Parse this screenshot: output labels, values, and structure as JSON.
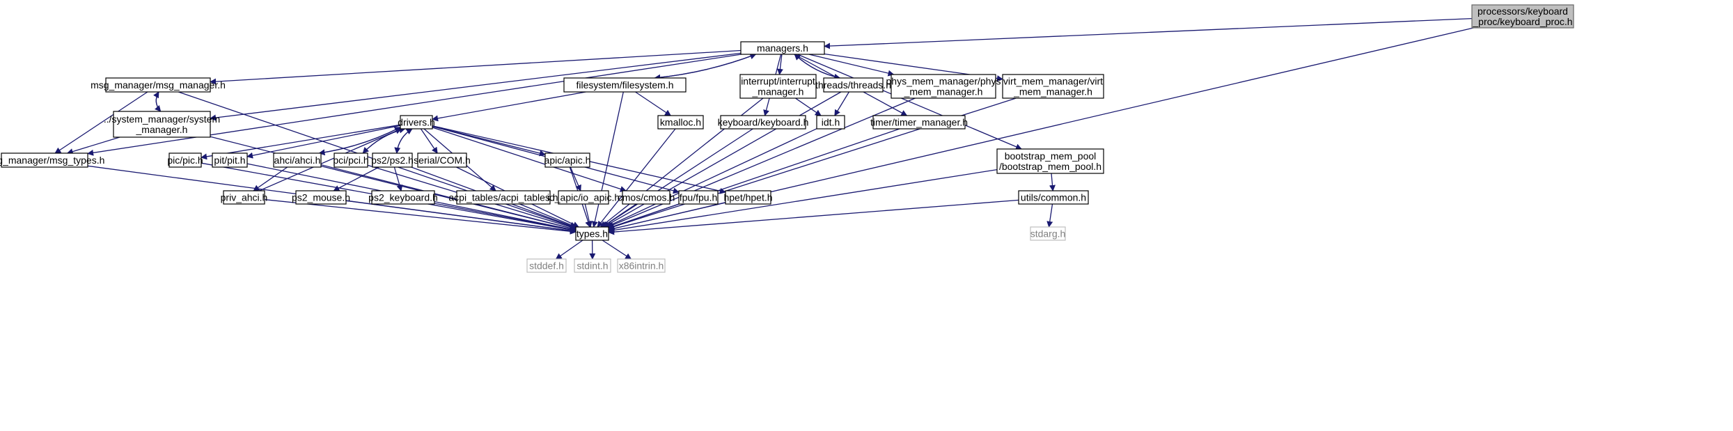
{
  "diagram": {
    "title_node": "processors/keyboard_proc/keyboard_proc.h",
    "colors": {
      "edge": "#191970",
      "root_fill": "#bfbfbf",
      "external_stroke": "#bfbfbf",
      "external_text": "#808080"
    },
    "nodes": [
      {
        "id": "root",
        "label": [
          "processors/keyboard",
          "_proc/keyboard_proc.h"
        ],
        "kind": "root"
      },
      {
        "id": "managers",
        "label": [
          "managers.h"
        ],
        "kind": "file"
      },
      {
        "id": "msgmgr",
        "label": [
          "msg_manager/msg_manager.h"
        ],
        "kind": "file"
      },
      {
        "id": "fs",
        "label": [
          "filesystem/filesystem.h"
        ],
        "kind": "file"
      },
      {
        "id": "intr",
        "label": [
          "interrupt/interrupt",
          "_manager.h"
        ],
        "kind": "file"
      },
      {
        "id": "threads",
        "label": [
          "threads/threads.h"
        ],
        "kind": "file"
      },
      {
        "id": "phys",
        "label": [
          "phys_mem_manager/phys",
          "_mem_manager.h"
        ],
        "kind": "file"
      },
      {
        "id": "virt",
        "label": [
          "virt_mem_manager/virt",
          "_mem_manager.h"
        ],
        "kind": "file"
      },
      {
        "id": "sysmgr",
        "label": [
          "../system_manager/system",
          "_manager.h"
        ],
        "kind": "file"
      },
      {
        "id": "drivers",
        "label": [
          "drivers.h"
        ],
        "kind": "file"
      },
      {
        "id": "kmalloc",
        "label": [
          "kmalloc.h"
        ],
        "kind": "file"
      },
      {
        "id": "kbd",
        "label": [
          "keyboard/keyboard.h"
        ],
        "kind": "file"
      },
      {
        "id": "idt",
        "label": [
          "idt.h"
        ],
        "kind": "file"
      },
      {
        "id": "timer",
        "label": [
          "timer/timer_manager.h"
        ],
        "kind": "file"
      },
      {
        "id": "msgtypes",
        "label": [
          "msg_manager/msg_types.h"
        ],
        "kind": "file"
      },
      {
        "id": "pic",
        "label": [
          "pic/pic.h"
        ],
        "kind": "file"
      },
      {
        "id": "pit",
        "label": [
          "pit/pit.h"
        ],
        "kind": "file"
      },
      {
        "id": "ahci",
        "label": [
          "ahci/ahci.h"
        ],
        "kind": "file"
      },
      {
        "id": "pci",
        "label": [
          "pci/pci.h"
        ],
        "kind": "file"
      },
      {
        "id": "ps2",
        "label": [
          "ps2/ps2.h"
        ],
        "kind": "file"
      },
      {
        "id": "serial",
        "label": [
          "serial/COM.h"
        ],
        "kind": "file"
      },
      {
        "id": "apic",
        "label": [
          "apic/apic.h"
        ],
        "kind": "file"
      },
      {
        "id": "bootstrap",
        "label": [
          "bootstrap_mem_pool",
          "/bootstrap_mem_pool.h"
        ],
        "kind": "file"
      },
      {
        "id": "privahci",
        "label": [
          "priv_ahci.h"
        ],
        "kind": "file"
      },
      {
        "id": "ps2mouse",
        "label": [
          "ps2_mouse.h"
        ],
        "kind": "file"
      },
      {
        "id": "ps2kbd",
        "label": [
          "ps2_keyboard.h"
        ],
        "kind": "file"
      },
      {
        "id": "acpi",
        "label": [
          "acpi_tables/acpi_tables.h"
        ],
        "kind": "file"
      },
      {
        "id": "ioapic",
        "label": [
          "io_apic/io_apic.h"
        ],
        "kind": "file"
      },
      {
        "id": "cmos",
        "label": [
          "cmos/cmos.h"
        ],
        "kind": "file"
      },
      {
        "id": "fpu",
        "label": [
          "fpu/fpu.h"
        ],
        "kind": "file"
      },
      {
        "id": "hpet",
        "label": [
          "hpet/hpet.h"
        ],
        "kind": "file"
      },
      {
        "id": "utils",
        "label": [
          "utils/common.h"
        ],
        "kind": "file"
      },
      {
        "id": "types",
        "label": [
          "types.h"
        ],
        "kind": "file"
      },
      {
        "id": "stdarg",
        "label": [
          "stdarg.h"
        ],
        "kind": "external"
      },
      {
        "id": "stddef",
        "label": [
          "stddef.h"
        ],
        "kind": "external"
      },
      {
        "id": "stdint",
        "label": [
          "stdint.h"
        ],
        "kind": "external"
      },
      {
        "id": "x86",
        "label": [
          "x86intrin.h"
        ],
        "kind": "external"
      }
    ],
    "edges": [
      [
        "root",
        "managers"
      ],
      [
        "root",
        "types"
      ],
      [
        "managers",
        "msgtypes"
      ],
      [
        "managers",
        "msgmgr"
      ],
      [
        "managers",
        "sysmgr"
      ],
      [
        "managers",
        "fs"
      ],
      [
        "managers",
        "kbd"
      ],
      [
        "managers",
        "intr"
      ],
      [
        "managers",
        "threads"
      ],
      [
        "managers",
        "timer"
      ],
      [
        "managers",
        "phys"
      ],
      [
        "managers",
        "virt"
      ],
      [
        "managers",
        "bootstrap"
      ],
      [
        "msgmgr",
        "sysmgr"
      ],
      [
        "msgmgr",
        "msgtypes"
      ],
      [
        "msgmgr",
        "types"
      ],
      [
        "sysmgr",
        "msgmgr"
      ],
      [
        "sysmgr",
        "msgtypes"
      ],
      [
        "sysmgr",
        "types"
      ],
      [
        "fs",
        "managers"
      ],
      [
        "fs",
        "drivers"
      ],
      [
        "fs",
        "kmalloc"
      ],
      [
        "fs",
        "types"
      ],
      [
        "intr",
        "idt"
      ],
      [
        "intr",
        "types"
      ],
      [
        "threads",
        "managers"
      ],
      [
        "threads",
        "idt"
      ],
      [
        "threads",
        "types"
      ],
      [
        "phys",
        "types"
      ],
      [
        "virt",
        "types"
      ],
      [
        "kmalloc",
        "types"
      ],
      [
        "kbd",
        "types"
      ],
      [
        "idt",
        "types"
      ],
      [
        "timer",
        "types"
      ],
      [
        "msgtypes",
        "types"
      ],
      [
        "drivers",
        "pic"
      ],
      [
        "drivers",
        "pit"
      ],
      [
        "drivers",
        "ahci"
      ],
      [
        "drivers",
        "pci"
      ],
      [
        "drivers",
        "ps2"
      ],
      [
        "drivers",
        "serial"
      ],
      [
        "drivers",
        "acpi"
      ],
      [
        "drivers",
        "apic"
      ],
      [
        "drivers",
        "cmos"
      ],
      [
        "drivers",
        "fpu"
      ],
      [
        "drivers",
        "hpet"
      ],
      [
        "ahci",
        "drivers"
      ],
      [
        "ahci",
        "privahci"
      ],
      [
        "ahci",
        "types"
      ],
      [
        "pci",
        "drivers"
      ],
      [
        "pci",
        "types"
      ],
      [
        "privahci",
        "drivers"
      ],
      [
        "privahci",
        "types"
      ],
      [
        "pic",
        "types"
      ],
      [
        "pit",
        "types"
      ],
      [
        "ps2",
        "drivers"
      ],
      [
        "ps2",
        "ps2mouse"
      ],
      [
        "ps2",
        "ps2kbd"
      ],
      [
        "ps2",
        "types"
      ],
      [
        "serial",
        "types"
      ],
      [
        "ps2mouse",
        "types"
      ],
      [
        "ps2kbd",
        "types"
      ],
      [
        "acpi",
        "types"
      ],
      [
        "apic",
        "ioapic"
      ],
      [
        "apic",
        "types"
      ],
      [
        "ioapic",
        "types"
      ],
      [
        "cmos",
        "types"
      ],
      [
        "fpu",
        "types"
      ],
      [
        "hpet",
        "types"
      ],
      [
        "bootstrap",
        "utils"
      ],
      [
        "bootstrap",
        "types"
      ],
      [
        "utils",
        "stdarg"
      ],
      [
        "utils",
        "types"
      ],
      [
        "types",
        "stddef"
      ],
      [
        "types",
        "stdint"
      ],
      [
        "types",
        "x86"
      ]
    ]
  }
}
